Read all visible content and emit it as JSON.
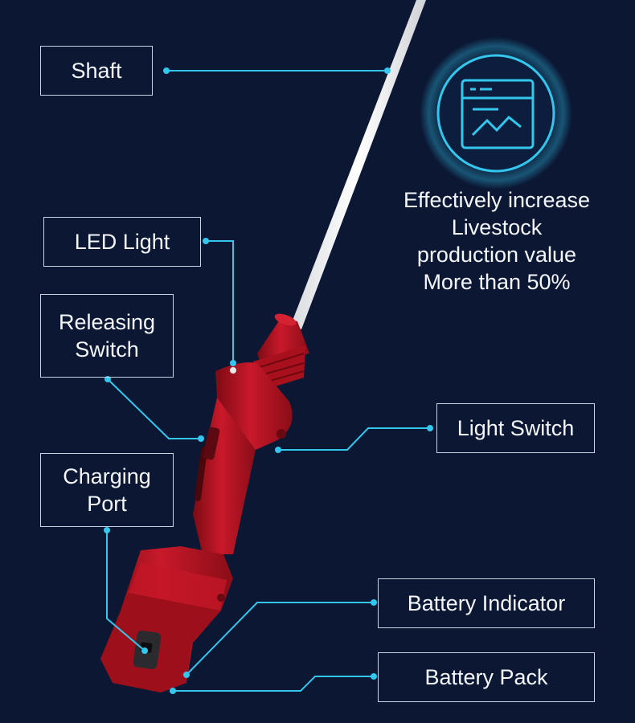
{
  "labels": {
    "shaft": "Shaft",
    "led_light": "LED Light",
    "releasing_switch": "Releasing\nSwitch",
    "charging_port": "Charging\nPort",
    "light_switch": "Light Switch",
    "battery_indicator": "Battery Indicator",
    "battery_pack": "Battery Pack"
  },
  "promo": {
    "icon": "chart-window-icon",
    "lines": [
      "Effectively increase",
      "Livestock",
      "production value",
      "More than 50%"
    ]
  },
  "colors": {
    "background": "#0b1733",
    "accent": "#33c7ee",
    "device_red": "#b5121f",
    "shaft_white": "#eef0f2",
    "box_border": "#c9d3e3"
  }
}
